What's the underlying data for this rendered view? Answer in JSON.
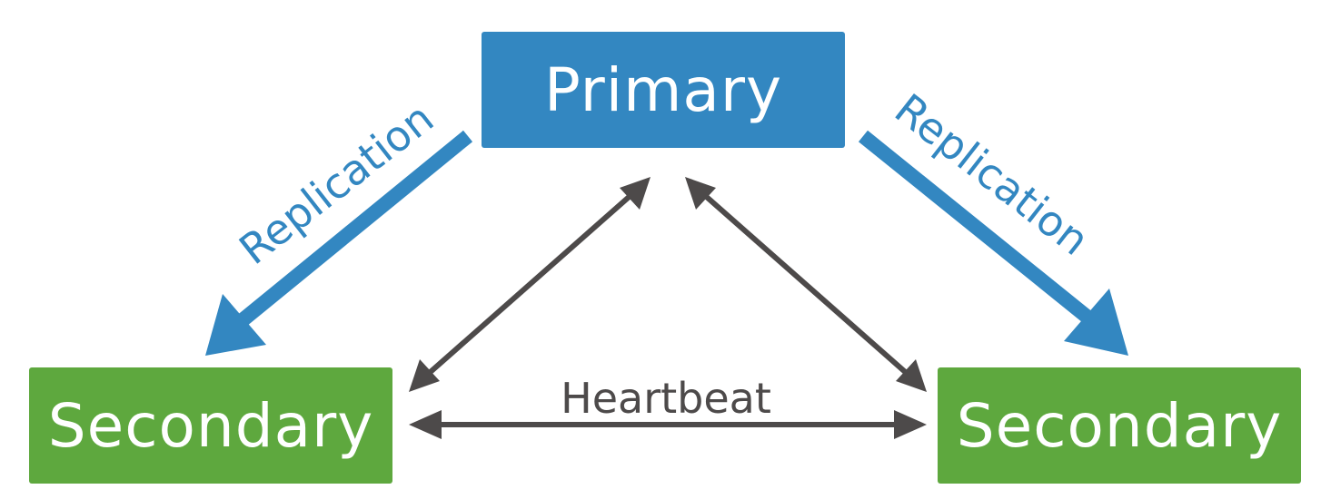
{
  "colors": {
    "primary": "#3387c1",
    "secondary": "#5ea83e",
    "replication": "#3387c1",
    "heartbeat": "#4d4a4a"
  },
  "nodes": {
    "primary": "Primary",
    "secondary_left": "Secondary",
    "secondary_right": "Secondary"
  },
  "edges": {
    "replication_left": "Replication",
    "replication_right": "Replication",
    "heartbeat": "Heartbeat"
  }
}
